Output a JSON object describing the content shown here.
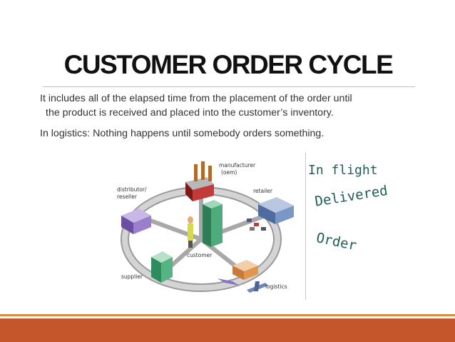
{
  "slide": {
    "title": "CUSTOMER ORDER CYCLE",
    "paragraph1_line1": "It includes all of the elapsed time from the placement of the order until",
    "paragraph1_line2": "the product is received and placed into the customer’s inventory.",
    "paragraph2": "In logistics: Nothing happens until somebody orders something."
  },
  "diagram": {
    "nodes": {
      "manufacturer": "manufacturer",
      "manufacturer_sub": "(oem)",
      "distributor": "distributor/",
      "distributor_sub": "reseller",
      "retailer": "retailer",
      "customer": "customer",
      "supplier": "supplier",
      "logistics": "logistics"
    }
  },
  "annotations": {
    "in_flight": "In flight",
    "delivered": "Delivered",
    "order": "Order"
  },
  "colors": {
    "accent_band": "#c5552b",
    "accent_thin": "#d98c3e",
    "handwriting": "#1f5e57"
  }
}
